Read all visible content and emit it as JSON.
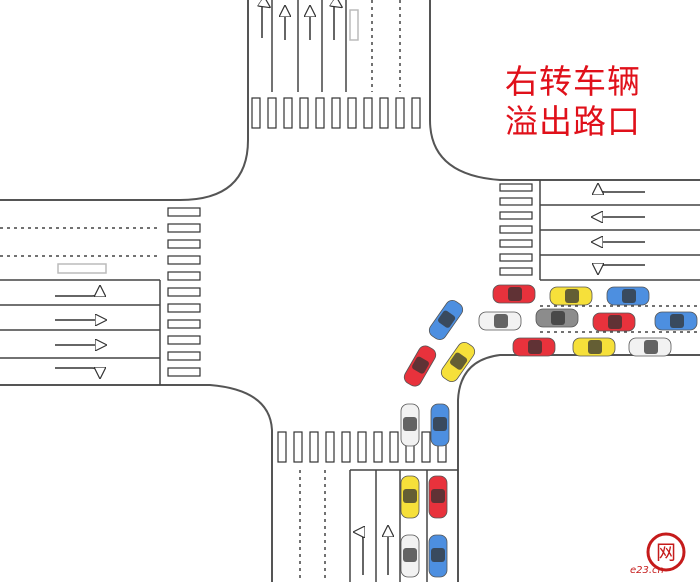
{
  "caption": {
    "line1": "右转车辆",
    "line2": "溢出路口"
  },
  "watermark": {
    "text": "e23.cn",
    "glyph": "网"
  },
  "colors": {
    "caption": "#e0101a",
    "road_edge": "#555555",
    "marking": "#333333",
    "car_red": "#e8323c",
    "car_yellow": "#f6e03a",
    "car_blue": "#4d8fe0",
    "car_white": "#f2f2f2",
    "car_gray": "#8c8c8c",
    "brand": "#c51b1b"
  },
  "cars": [
    {
      "color": "car_red",
      "angle": 0,
      "group": "east-queue"
    },
    {
      "color": "car_yellow",
      "angle": 0,
      "group": "east-queue"
    },
    {
      "color": "car_blue",
      "angle": 0,
      "group": "east-queue"
    },
    {
      "color": "car_white",
      "angle": 0,
      "group": "east-queue"
    },
    {
      "color": "car_gray",
      "angle": 0,
      "group": "east-queue"
    },
    {
      "color": "car_red",
      "angle": 0,
      "group": "east-queue"
    },
    {
      "color": "car_blue",
      "angle": 0,
      "group": "east-queue"
    },
    {
      "color": "car_red",
      "angle": 0,
      "group": "east-queue"
    },
    {
      "color": "car_yellow",
      "angle": 0,
      "group": "east-queue"
    },
    {
      "color": "car_white",
      "angle": 0,
      "group": "east-queue"
    },
    {
      "color": "car_blue",
      "angle": -55,
      "group": "turning"
    },
    {
      "color": "car_red",
      "angle": -60,
      "group": "turning"
    },
    {
      "color": "car_yellow",
      "angle": -55,
      "group": "turning"
    },
    {
      "color": "car_white",
      "angle": -90,
      "group": "south-queue"
    },
    {
      "color": "car_blue",
      "angle": -90,
      "group": "south-queue"
    },
    {
      "color": "car_yellow",
      "angle": -90,
      "group": "south-queue"
    },
    {
      "color": "car_red",
      "angle": -90,
      "group": "south-queue"
    },
    {
      "color": "car_white",
      "angle": -90,
      "group": "south-queue"
    },
    {
      "color": "car_blue",
      "angle": -90,
      "group": "south-queue"
    }
  ]
}
